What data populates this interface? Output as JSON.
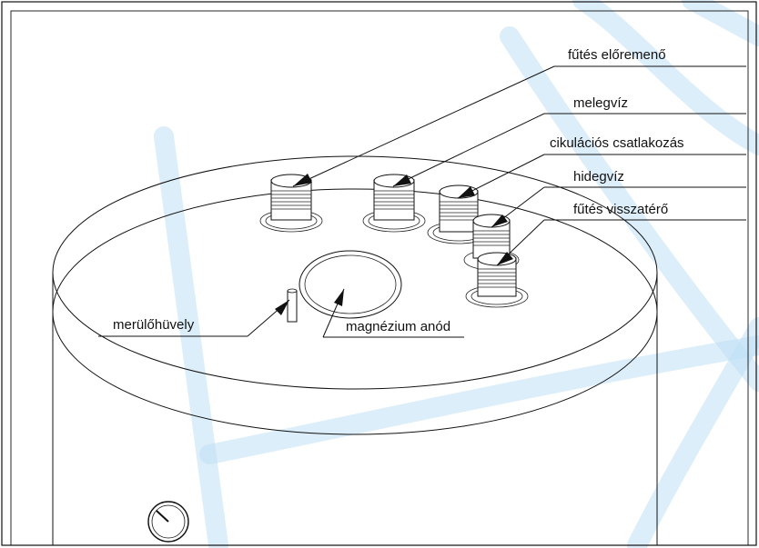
{
  "labels": {
    "futes_eloremeno": "fűtés előremenő",
    "melegviz": "melegvíz",
    "cirkulacios": "cikulációs csatlakozás",
    "hidegviz": "hidegvíz",
    "futes_visszatero": "fűtés visszatérő",
    "merulohuvely": "merülőhüvely",
    "magnezium_anod": "magnézium anód"
  },
  "colors": {
    "line": "#111111",
    "watermark": "#bfe0f5"
  }
}
